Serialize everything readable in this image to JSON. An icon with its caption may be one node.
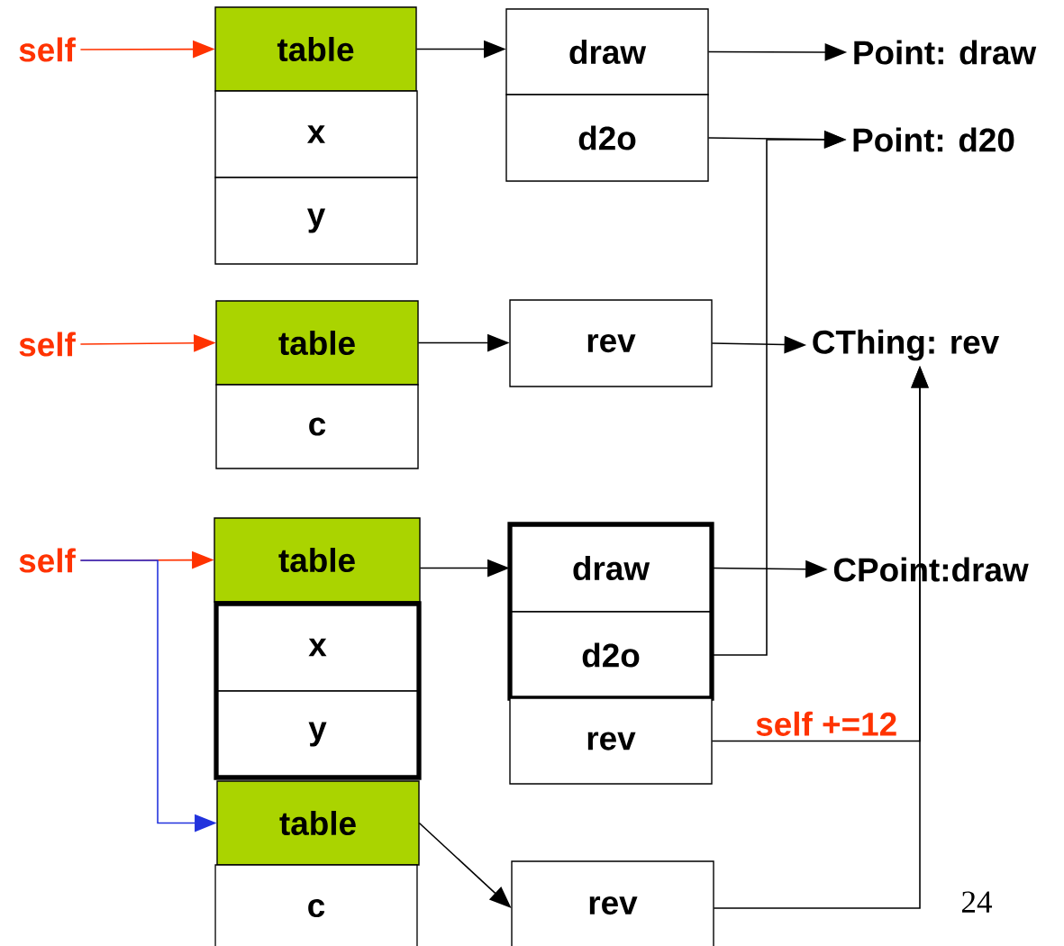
{
  "diagram": {
    "nodes": [
      {
        "text": [
          "self"
        ]
      },
      {
        "text": [
          "table"
        ]
      },
      {
        "text": [
          "x"
        ]
      },
      {
        "text": [
          "y"
        ]
      },
      {
        "text": [
          "draw"
        ]
      },
      {
        "text": [
          "d2o"
        ]
      },
      {
        "text": [
          "Point: draw"
        ]
      },
      {
        "text": [
          "Point: d20"
        ]
      },
      {
        "text": [
          "self"
        ]
      },
      {
        "text": [
          "table"
        ]
      },
      {
        "text": [
          "c"
        ]
      },
      {
        "text": [
          "rev"
        ]
      },
      {
        "text": [
          "CThing: rev"
        ]
      },
      {
        "text": [
          "self"
        ]
      },
      {
        "text": [
          "table"
        ]
      },
      {
        "text": [
          "x"
        ]
      },
      {
        "text": [
          "y"
        ]
      },
      {
        "text": [
          "draw"
        ]
      },
      {
        "text": [
          "d2o"
        ]
      },
      {
        "text": [
          "rev"
        ]
      },
      {
        "text": [
          "CPoint:draw"
        ]
      },
      {
        "text": [
          "table"
        ]
      },
      {
        "text": [
          "c"
        ]
      },
      {
        "text": [
          "rev"
        ]
      }
    ],
    "edges": [
      {
        "from": 0,
        "to": 1,
        "arrow": "to",
        "color": "#ff3300"
      },
      {
        "from": 1,
        "to": 4,
        "arrow": "to"
      },
      {
        "from": 4,
        "to": 6,
        "arrow": "to"
      },
      {
        "from": 5,
        "to": 7,
        "arrow": "to"
      },
      {
        "from": 8,
        "to": 9,
        "arrow": "to",
        "color": "#ff3300"
      },
      {
        "from": 9,
        "to": 11,
        "arrow": "to"
      },
      {
        "from": 11,
        "to": 12,
        "arrow": "to"
      },
      {
        "from": 13,
        "to": 14,
        "arrow": "to",
        "color": "#ff3300"
      },
      {
        "from": 13,
        "to": 21,
        "arrow": "to",
        "color": "#2233dd"
      },
      {
        "from": 14,
        "to": 17,
        "arrow": "to"
      },
      {
        "from": 17,
        "to": 20,
        "arrow": "to"
      },
      {
        "from": 18,
        "to": 7,
        "arrow": "to"
      },
      {
        "from": 19,
        "to": 12,
        "arrow": "to",
        "label": "self +=12"
      },
      {
        "from": 21,
        "to": 23,
        "arrow": "to"
      },
      {
        "from": 23,
        "to": 12,
        "arrow": "to"
      }
    ],
    "labels": [
      "24"
    ]
  }
}
